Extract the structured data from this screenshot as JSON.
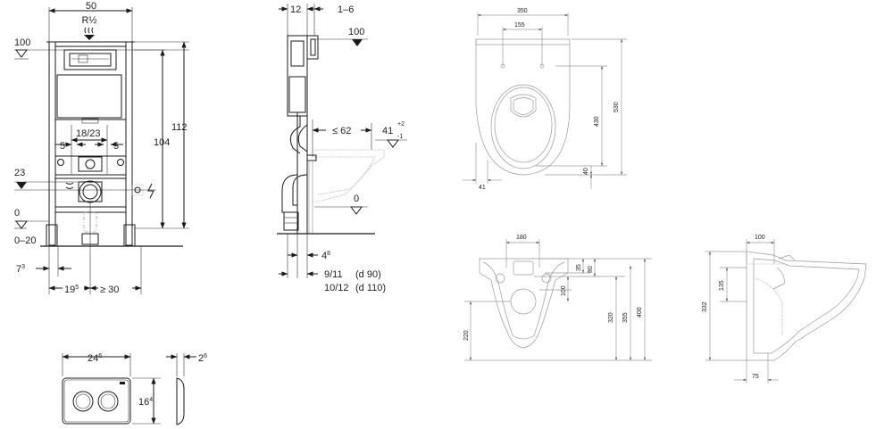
{
  "frame_front": {
    "width": "50",
    "thread": "R½",
    "level_top": "100",
    "level_mid": "23",
    "level_floor": "0",
    "floor_range": "0–20",
    "height_inner": "104",
    "height_outer": "112",
    "bolt_spacing": "18/23",
    "offset_left": "5",
    "offset_right": "5",
    "side_left": "7",
    "side_left_sup": "3",
    "dist_a": "19",
    "dist_a_sup": "5",
    "dist_b": "≥ 30"
  },
  "frame_side": {
    "depth": "12",
    "wall_gap": "1–6",
    "level_top": "100",
    "bowl_reach": "≤ 62",
    "outlet_height": "41",
    "outlet_tol_plus": "+2",
    "outlet_tol_minus": "-1",
    "level_floor": "0",
    "pipe_offset": "4",
    "pipe_offset_sup": "8",
    "pipe_d90": "9/11",
    "pipe_d90_label": "(d 90)",
    "pipe_d110": "10/12",
    "pipe_d110_label": "(d 110)"
  },
  "plate": {
    "width": "24",
    "width_sup": "6",
    "height": "16",
    "height_sup": "4",
    "depth": "2",
    "depth_sup": "6"
  },
  "bowl_top": {
    "width": "350",
    "fix_spacing": "155",
    "length": "530",
    "seat_length": "430",
    "rim_offset": "40",
    "side_offset": "41"
  },
  "bowl_front": {
    "top_width": "180",
    "d35": "35",
    "d80": "80",
    "d100": "100",
    "d220": "220",
    "d320": "320",
    "d355": "355",
    "d400": "400"
  },
  "bowl_side": {
    "top_offset": "100",
    "d135": "135",
    "height": "332",
    "base": "75"
  }
}
